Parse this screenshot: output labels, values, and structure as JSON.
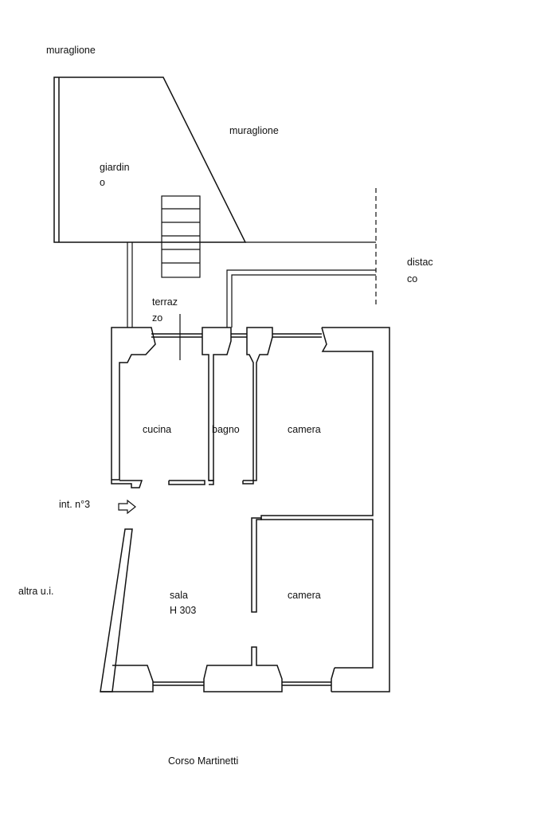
{
  "labels": {
    "muraglione_top": "muraglione",
    "muraglione_right": "muraglione",
    "giardino_1": "giardin",
    "giardino_2": "o",
    "distacco_1": "distac",
    "distacco_2": "co",
    "terrazzo_1": "terraz",
    "terrazzo_2": "zo",
    "cucina": "cucina",
    "bagno": "bagno",
    "camera_top": "camera",
    "camera_bottom": "camera",
    "entrance": "int. n°3",
    "other_unit": "altra u.i.",
    "sala_1": "sala",
    "sala_2": "H 303",
    "street": "Corso Martinetti"
  }
}
